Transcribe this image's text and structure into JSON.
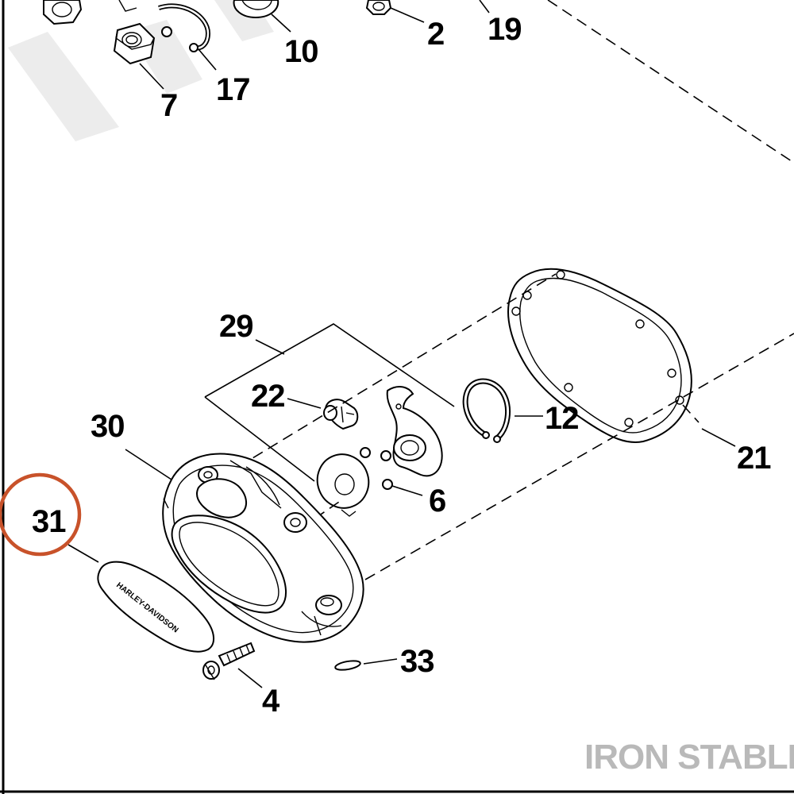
{
  "diagram": {
    "callouts": [
      {
        "id": "2",
        "label": "2"
      },
      {
        "id": "19",
        "label": "19"
      },
      {
        "id": "10",
        "label": "10"
      },
      {
        "id": "17",
        "label": "17"
      },
      {
        "id": "7",
        "label": "7"
      },
      {
        "id": "29",
        "label": "29"
      },
      {
        "id": "22",
        "label": "22"
      },
      {
        "id": "30",
        "label": "30"
      },
      {
        "id": "12",
        "label": "12"
      },
      {
        "id": "21",
        "label": "21"
      },
      {
        "id": "6",
        "label": "6"
      },
      {
        "id": "31",
        "label": "31"
      },
      {
        "id": "33",
        "label": "33"
      },
      {
        "id": "4",
        "label": "4"
      }
    ],
    "highlighted_callout": "31",
    "highlight_color": "#c8522a",
    "emblem_text": "HARLEY-DAVIDSON",
    "watermark": "IRON STABLE",
    "watermark_color": "#b9b9b9"
  }
}
